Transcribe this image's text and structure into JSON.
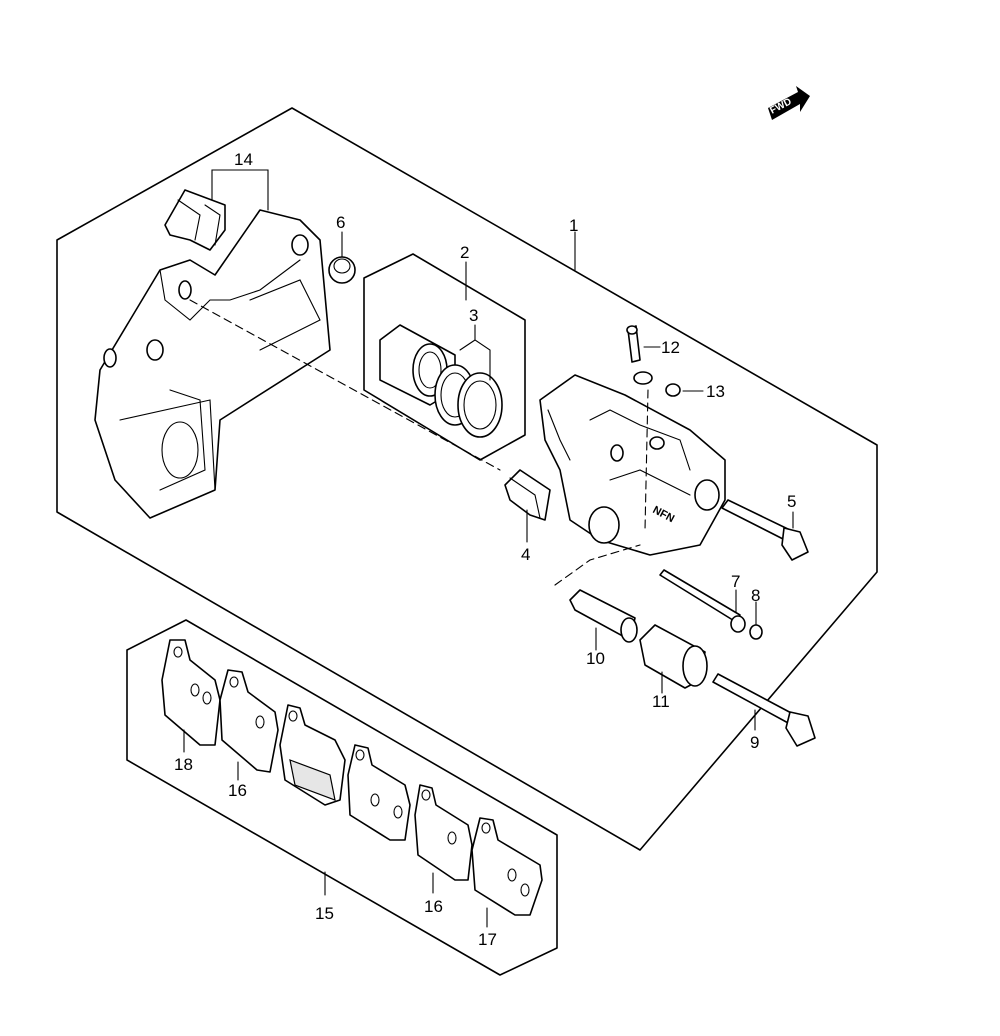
{
  "diagram": {
    "direction_badge": {
      "text": "FWD",
      "icon": "forward-arrow-icon"
    },
    "caliper_marking": "NFN",
    "callouts": [
      {
        "id": "c1",
        "text": "1"
      },
      {
        "id": "c2",
        "text": "2"
      },
      {
        "id": "c3",
        "text": "3"
      },
      {
        "id": "c4",
        "text": "4"
      },
      {
        "id": "c5",
        "text": "5"
      },
      {
        "id": "c6",
        "text": "6"
      },
      {
        "id": "c7",
        "text": "7"
      },
      {
        "id": "c8",
        "text": "8"
      },
      {
        "id": "c9",
        "text": "9"
      },
      {
        "id": "c10",
        "text": "10"
      },
      {
        "id": "c11",
        "text": "11"
      },
      {
        "id": "c12",
        "text": "12"
      },
      {
        "id": "c13",
        "text": "13"
      },
      {
        "id": "c14",
        "text": "14"
      },
      {
        "id": "c15",
        "text": "15"
      },
      {
        "id": "c16a",
        "text": "16"
      },
      {
        "id": "c16b",
        "text": "16"
      },
      {
        "id": "c17",
        "text": "17"
      },
      {
        "id": "c18",
        "text": "18"
      }
    ]
  }
}
